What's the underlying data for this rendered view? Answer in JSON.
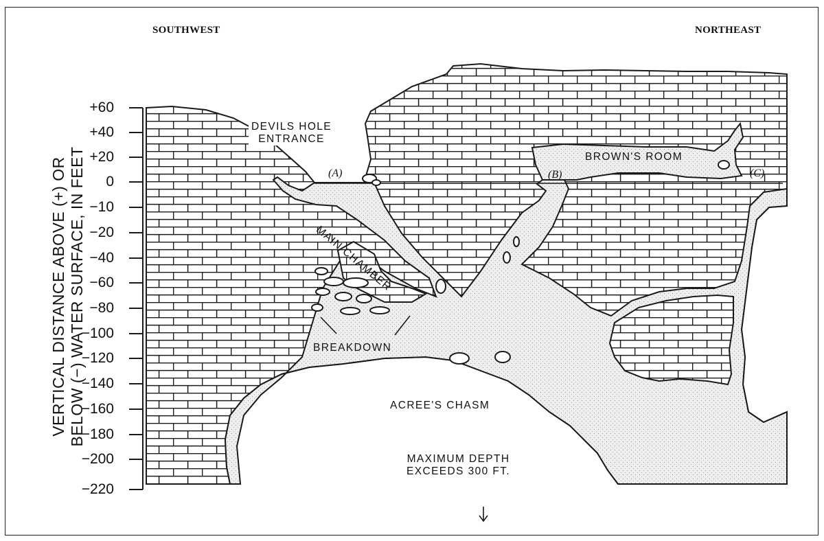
{
  "orientation": {
    "left": "SOUTHWEST",
    "right": "NORTHEAST"
  },
  "y_axis": {
    "title_line1": "VERTICAL DISTANCE ABOVE (+) OR",
    "title_line2": "BELOW (−) WATER SURFACE, IN FEET",
    "ticks": [
      "+60",
      "+40",
      "+20",
      "0",
      "−10",
      "−20",
      "−40",
      "−60",
      "−80",
      "−100",
      "−120",
      "−140",
      "−160",
      "−180",
      "−200",
      "−220"
    ]
  },
  "features": {
    "entrance_line1": "DEVILS HOLE",
    "entrance_line2": "ENTRANCE",
    "main_chamber": "MAIN CHAMBER",
    "browns_room": "BROWN'S ROOM",
    "breakdown": "BREAKDOWN",
    "acrees_chasm": "ACREE'S CHASM",
    "max_depth_line1": "MAXIMUM DEPTH",
    "max_depth_line2": "EXCEEDS 300 FT."
  },
  "points": {
    "a": "(A)",
    "b": "(B)",
    "c": "(C)"
  },
  "colors": {
    "ink": "#1a1a1a",
    "cavity": "#ececec",
    "background": "#ffffff"
  },
  "icons": {
    "down_arrow": "down-arrow-icon"
  }
}
